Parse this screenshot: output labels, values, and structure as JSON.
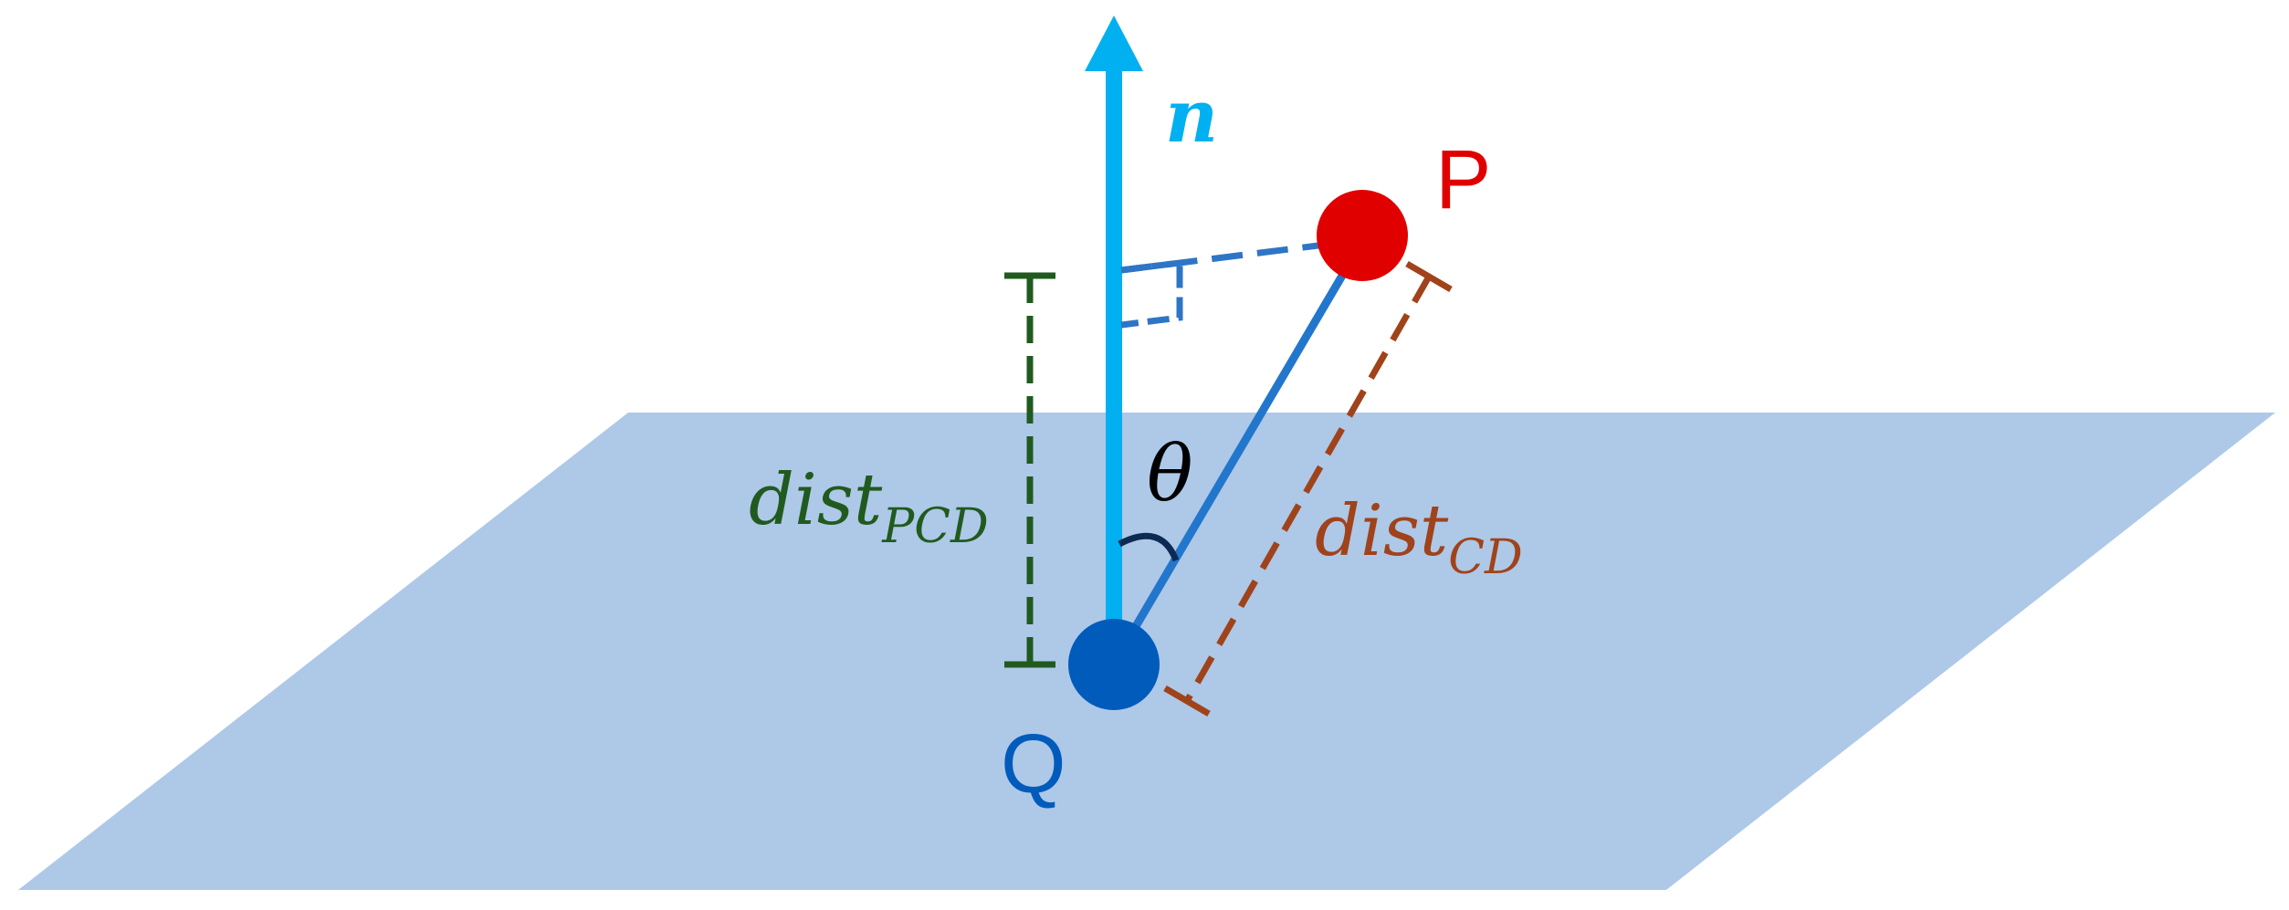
{
  "labels": {
    "normal": "n",
    "point_p": "P",
    "point_q": "Q",
    "angle": "θ",
    "dist_pcd_base": "dist",
    "dist_pcd_sub": "PCD",
    "dist_cd_base": "dist",
    "dist_cd_sub": "CD"
  },
  "colors": {
    "plane": "#aec8e8",
    "normal_arrow": "#00b0f0",
    "point_p": "#e00000",
    "point_q": "#005bbb",
    "segment_pq": "#2277cc",
    "projection_dashed": "#2e75c6",
    "dist_pcd": "#215a1e",
    "dist_cd": "#a0431a",
    "angle_arc": "#0d2b52",
    "theta_text": "#000000"
  }
}
